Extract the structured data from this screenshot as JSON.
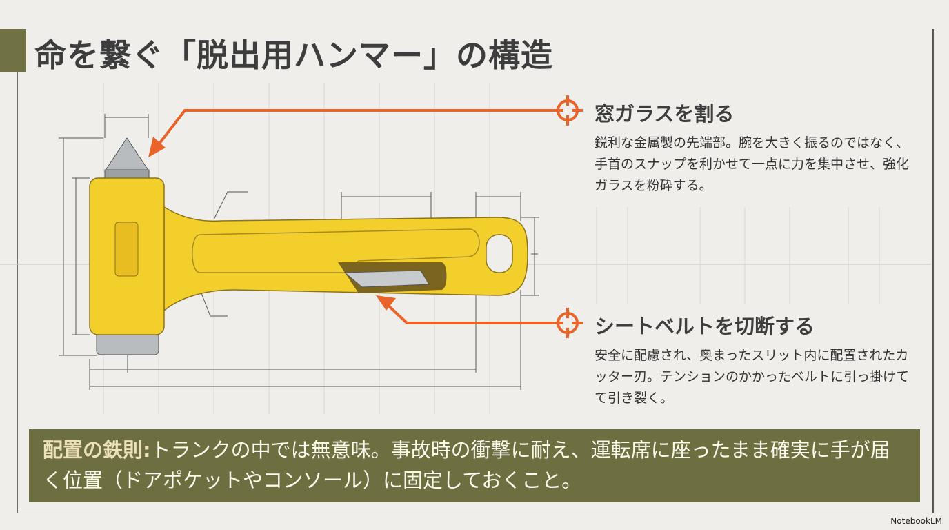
{
  "title": "命を繋ぐ「脱出用ハンマー」の構造",
  "callouts": [
    {
      "heading": "窓ガラスを割る",
      "body": "鋭利な金属製の先端部。腕を大きく振るのではなく、手首のスナップを利かせて一点に力を集中させ、強化ガラスを粉砕する。",
      "icon": "crosshair-icon"
    },
    {
      "heading": "シートベルトを切断する",
      "body": "安全に配慮され、奥まったスリット内に配置されたカッター刃。テンションのかかったベルトに引っ掛けてて引き裂く。",
      "icon": "crosshair-icon"
    }
  ],
  "rule": {
    "label": "配置の鉄則:",
    "text": "トランクの中では無意味。事故時の衝撃に耐え、運転席に座ったまま確実に手が届く位置（ドアポケットやコンソール）に固定しておくこと。"
  },
  "brand": "NotebookLM",
  "colors": {
    "accent": "#6e6f41",
    "arrow": "#e8642a",
    "hammer": "#f3cf2b",
    "background": "#efeeea"
  }
}
